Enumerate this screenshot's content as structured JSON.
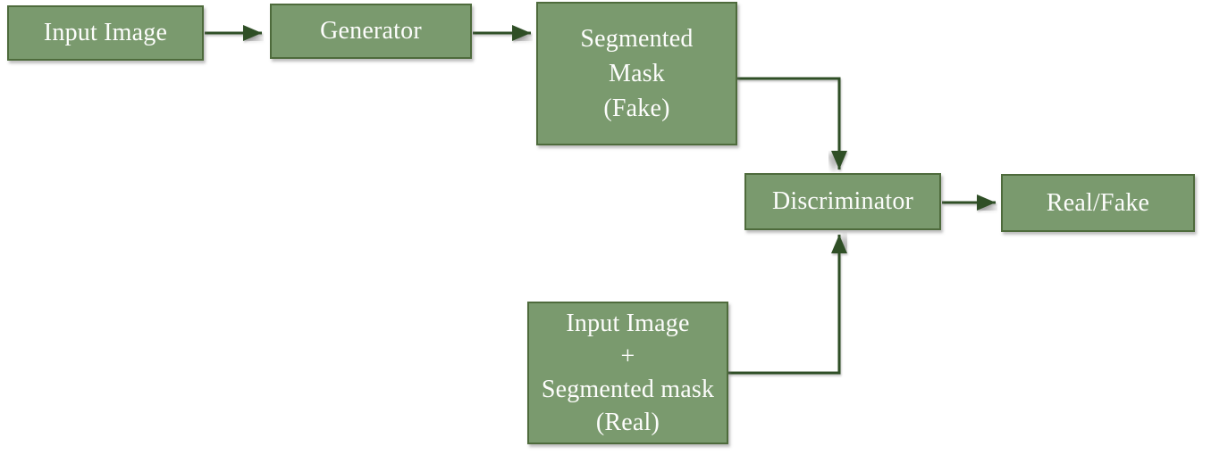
{
  "diagram": {
    "description": "GAN segmentation training flow diagram",
    "colors": {
      "box_fill": "#7a9a6e",
      "box_border": "#4e6b3c",
      "arrow": "#2f4f26",
      "text": "#fdfdfc",
      "background": "#ffffff"
    },
    "nodes": {
      "input_image": {
        "label": "Input Image"
      },
      "generator": {
        "label": "Generator"
      },
      "segmented_mask_fake": {
        "lines": [
          "Segmented",
          "Mask",
          "(Fake)"
        ]
      },
      "discriminator": {
        "label": "Discriminator"
      },
      "real_fake": {
        "label": "Real/Fake"
      },
      "real_pair": {
        "lines": [
          "Input Image",
          "+",
          "Segmented mask",
          "(Real)"
        ]
      }
    },
    "edges": [
      {
        "from": "input_image",
        "to": "generator",
        "style": "straight-arrow"
      },
      {
        "from": "generator",
        "to": "segmented_mask_fake",
        "style": "straight-arrow"
      },
      {
        "from": "segmented_mask_fake",
        "to": "discriminator",
        "style": "elbow-arrow-down"
      },
      {
        "from": "real_pair",
        "to": "discriminator",
        "style": "elbow-arrow-up"
      },
      {
        "from": "discriminator",
        "to": "real_fake",
        "style": "straight-arrow"
      }
    ]
  }
}
